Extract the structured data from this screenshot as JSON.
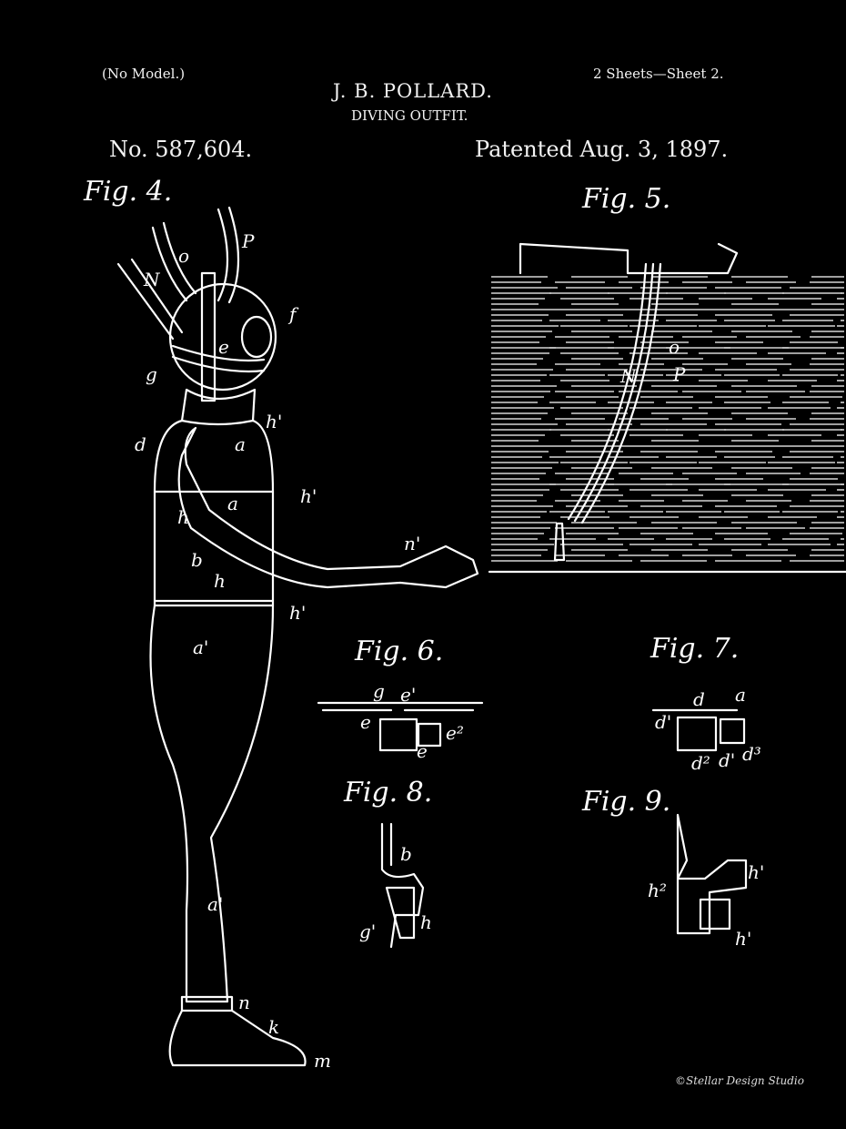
{
  "header": {
    "model_note": "(No Model.)",
    "sheets": "2 Sheets—Sheet 2.",
    "inventor": "J. B. POLLARD.",
    "title": "DIVING OUTFIT.",
    "patent_number": "No. 587,604.",
    "patent_date": "Patented Aug. 3, 1897."
  },
  "figures": {
    "fig4": {
      "title": "Fig. 4.",
      "labels": [
        "o",
        "P",
        "N",
        "f",
        "e",
        "g",
        "h'",
        "d",
        "a",
        "h'",
        "h",
        "a",
        "b",
        "h",
        "n'",
        "h'",
        "a'",
        "a'",
        "n",
        "k",
        "m"
      ]
    },
    "fig5": {
      "title": "Fig. 5.",
      "labels": [
        "o",
        "N",
        "P"
      ]
    },
    "fig6": {
      "title": "Fig. 6.",
      "labels": [
        "g",
        "e'",
        "e",
        "e²",
        "e"
      ]
    },
    "fig7": {
      "title": "Fig. 7.",
      "labels": [
        "d",
        "a",
        "d'",
        "d²",
        "d'",
        "d³"
      ]
    },
    "fig8": {
      "title": "Fig. 8.",
      "labels": [
        "b",
        "g'",
        "h"
      ]
    },
    "fig9": {
      "title": "Fig. 9.",
      "labels": [
        "h'",
        "h²",
        "h'"
      ]
    }
  },
  "signature": "©Stellar Design Studio",
  "colors": {
    "background": "#000000",
    "ink": "#ffffff"
  }
}
